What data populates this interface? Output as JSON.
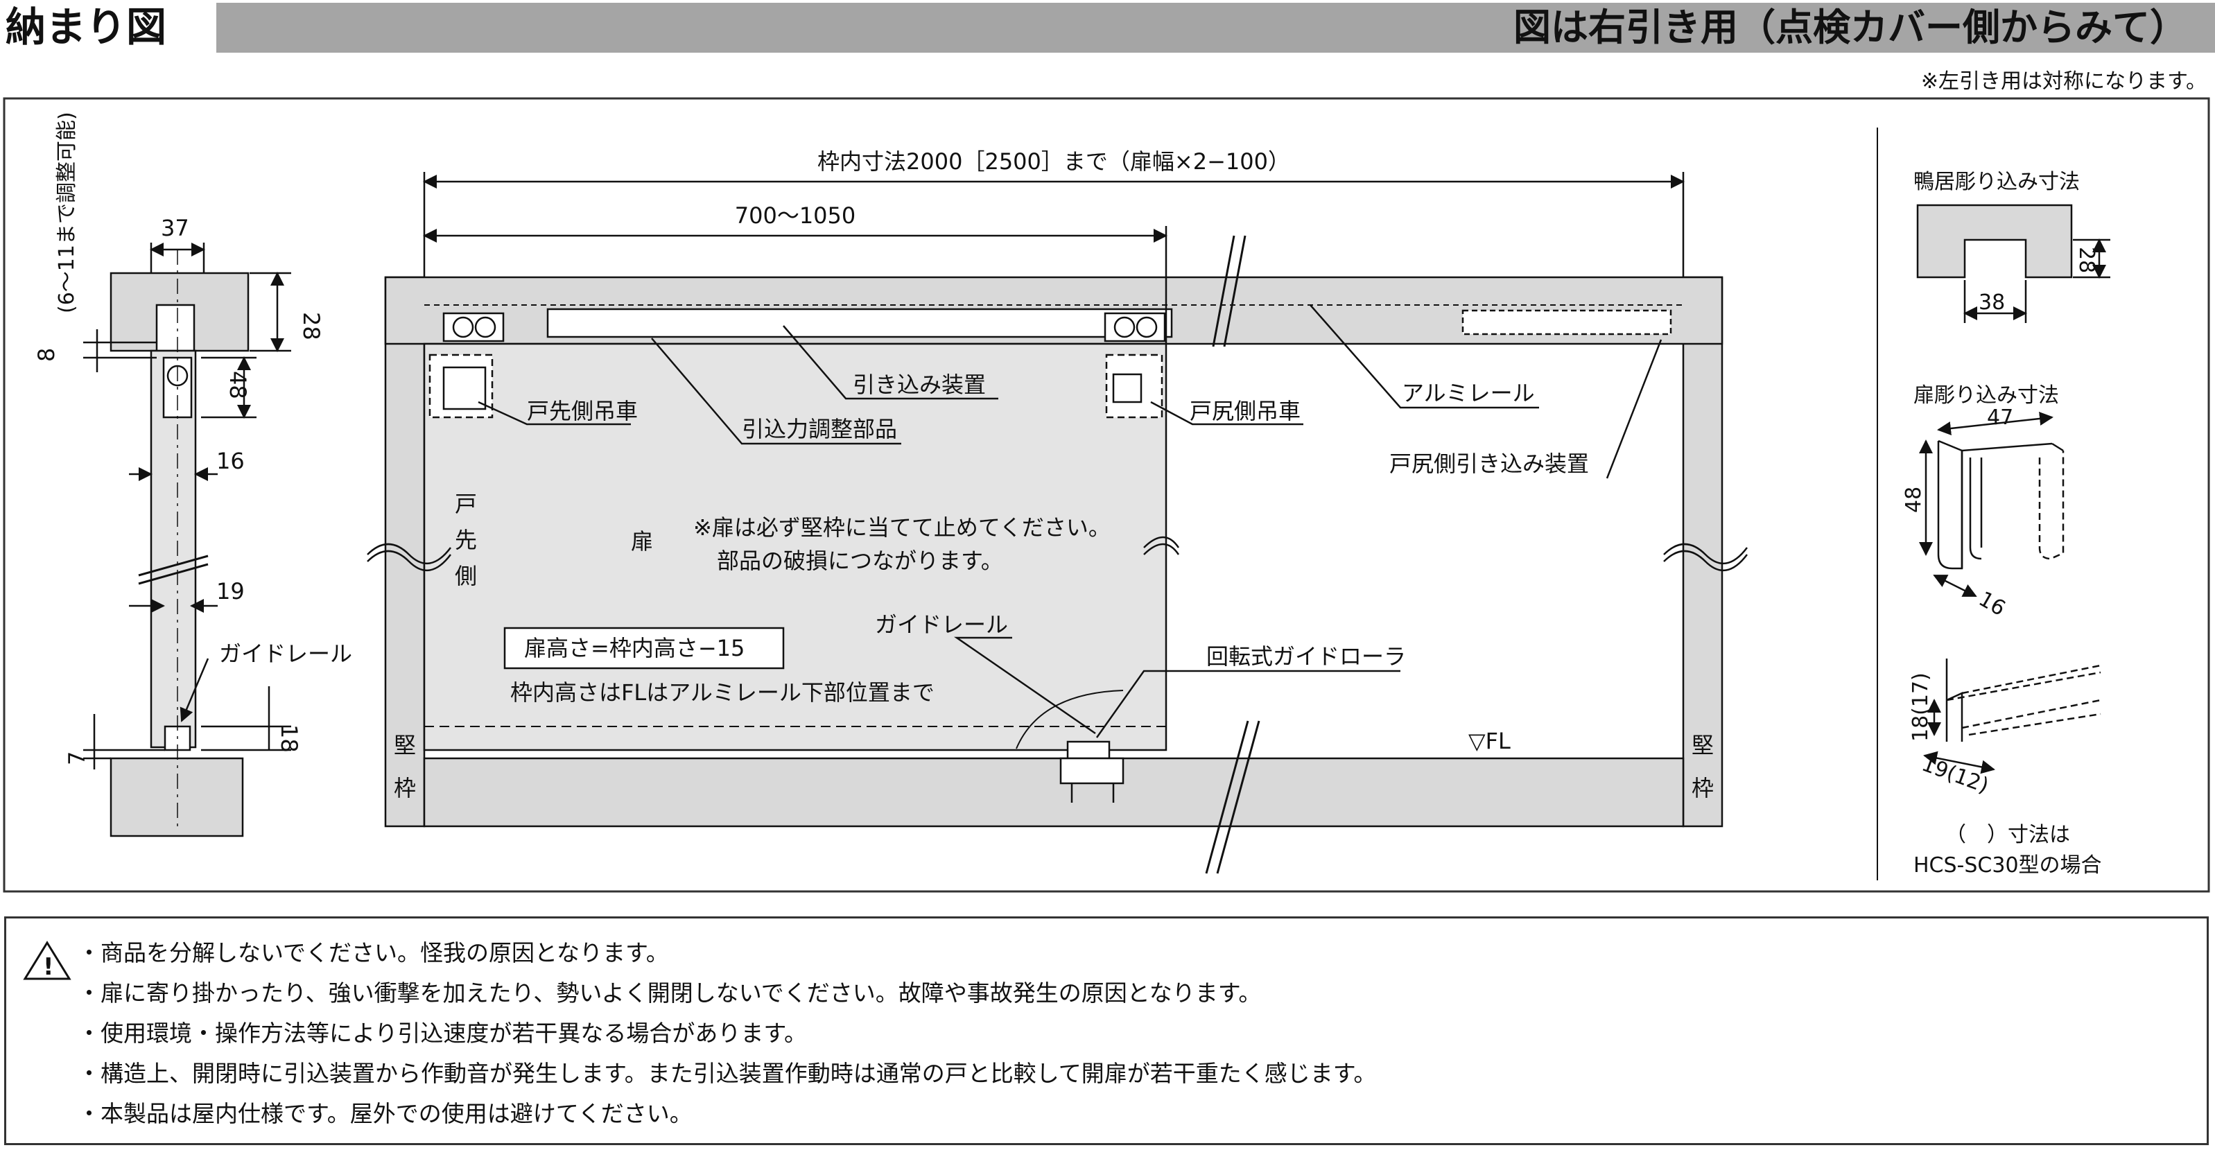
{
  "header": {
    "title": "納まり図",
    "subtitle": "図は右引き用（点検カバー側からみて）",
    "note": "※左引き用は対称になります。"
  },
  "section": {
    "dim_37": "37",
    "dim_28": "28",
    "dim_8": "8",
    "adjust_note": "(6〜11まで調整可能)",
    "dim_48": "48",
    "dim_16": "16",
    "dim_19": "19",
    "guide_rail": "ガイドレール",
    "dim_18": "18",
    "dim_7": "7"
  },
  "front": {
    "frame_width": "枠内寸法2000［2500］まで（扉幅×2−100）",
    "range": "700〜1050",
    "pull_device": "引き込み装置",
    "force_part": "引込力調整部品",
    "aluminum_rail": "アルミレール",
    "door_front_hanger": "戸先側吊車",
    "door_rear_hanger": "戸尻側吊車",
    "door_rear_pull": "戸尻側引き込み装置",
    "door_side_1": "戸",
    "door_side_2": "先",
    "door_side_3": "側",
    "door": "扉",
    "warning_line1": "※扉は必ず堅枠に当てて止めてください。",
    "warning_line2": "部品の破損につながります。",
    "door_height": "扉高さ=枠内高さ−15",
    "frame_height_note": "枠内高さはFLはアルミレール下部位置まで",
    "guide_rail": "ガイドレール",
    "roller": "回転式ガイドローラ",
    "fl": "▽FL",
    "jamb_1": "堅",
    "jamb_2": "枠"
  },
  "details": {
    "lintel_title": "鴨居彫り込み寸法",
    "lintel_28": "28",
    "lintel_38": "38",
    "door_title": "扉彫り込み寸法",
    "door_47": "47",
    "door_48": "48",
    "door_16": "16",
    "rail_18": "18(17)",
    "rail_19": "19(12)",
    "paren_note": "（　）寸法は",
    "model_note": "HCS-SC30型の場合"
  },
  "warnings": [
    "商品を分解しないでください。怪我の原因となります。",
    "扉に寄り掛かったり、強い衝撃を加えたり、勢いよく開閉しないでください。故障や事故発生の原因となります。",
    "使用環境・操作方法等により引込速度が若干異なる場合があります。",
    "構造上、開閉時に引込装置から作動音が発生します。また引込装置作動時は通常の戸と比較して開扉が若干重たく感じます。",
    "本製品は屋内仕様です。屋外での使用は避けてください。"
  ],
  "colors": {
    "frame": "#d9d9d9",
    "door": "#e4e4e4",
    "header_bar": "#a5a5a5",
    "line": "#111111"
  }
}
